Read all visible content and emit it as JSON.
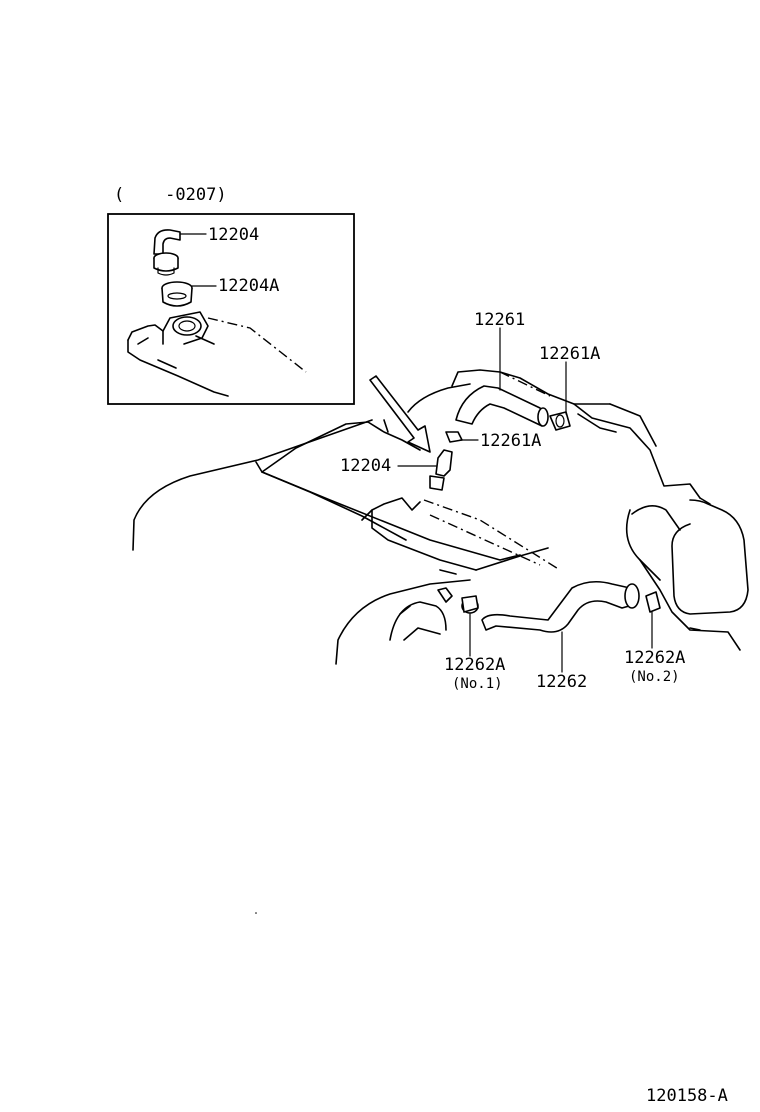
{
  "inset": {
    "range_label": "(    -0207)"
  },
  "labels": {
    "inset_12204": "12204",
    "inset_12204A": "12204A",
    "p12261": "12261",
    "p12261A_top": "12261A",
    "p12261A_mid": "12261A",
    "p12204": "12204",
    "p12262A_no1": "12262A",
    "p12262A_no1_note": "(No.1)",
    "p12262": "12262",
    "p12262A_no2": "12262A",
    "p12262A_no2_note": "(No.2)"
  },
  "figure_id": "120158-A"
}
